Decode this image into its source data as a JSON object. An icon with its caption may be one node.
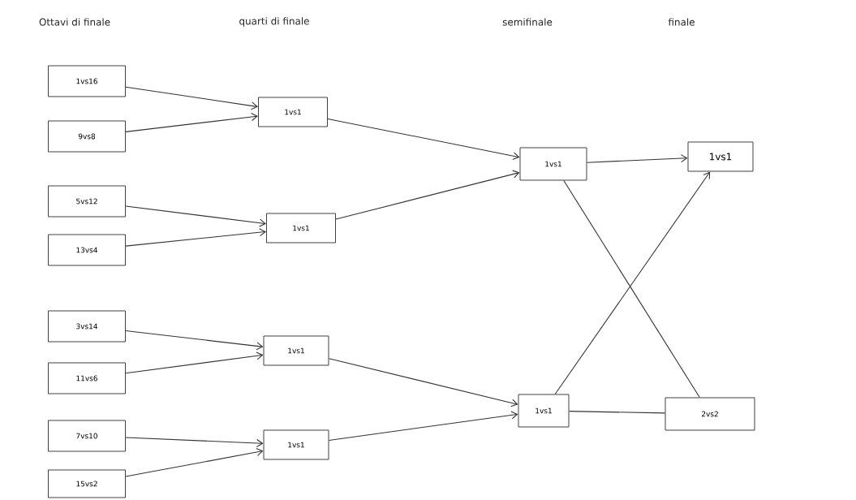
{
  "diagram": {
    "nodes": [
      {
        "text": [
          "1vs16"
        ]
      },
      {
        "text": [
          "9vs8"
        ]
      },
      {
        "text": [
          "5vs12"
        ]
      },
      {
        "text": [
          "13vs4"
        ]
      },
      {
        "text": [
          "3vs14"
        ]
      },
      {
        "text": [
          "11vs6"
        ]
      },
      {
        "text": [
          "7vs10"
        ]
      },
      {
        "text": [
          "15vs2"
        ]
      },
      {
        "text": [
          "1vs1"
        ]
      },
      {
        "text": [
          "1vs1"
        ]
      },
      {
        "text": [
          "1vs1"
        ]
      },
      {
        "text": [
          "1vs1"
        ]
      },
      {
        "text": [
          "1vs1"
        ]
      },
      {
        "text": [
          "1vs1"
        ]
      },
      {
        "text": [
          "1vs1"
        ]
      },
      {
        "text": [
          "2vs2"
        ]
      }
    ],
    "edges": [
      {
        "from": 0,
        "to": 8,
        "arrow": "to"
      },
      {
        "from": 1,
        "to": 8,
        "arrow": "to"
      },
      {
        "from": 2,
        "to": 9,
        "arrow": "to"
      },
      {
        "from": 3,
        "to": 9,
        "arrow": "to"
      },
      {
        "from": 4,
        "to": 10,
        "arrow": "to"
      },
      {
        "from": 5,
        "to": 10,
        "arrow": "to"
      },
      {
        "from": 6,
        "to": 11,
        "arrow": "to"
      },
      {
        "from": 7,
        "to": 11,
        "arrow": "to"
      },
      {
        "from": 8,
        "to": 12,
        "arrow": "to"
      },
      {
        "from": 9,
        "to": 12,
        "arrow": "to"
      },
      {
        "from": 10,
        "to": 13,
        "arrow": "to"
      },
      {
        "from": 11,
        "to": 13,
        "arrow": "to"
      },
      {
        "from": 12,
        "to": 14,
        "arrow": "to"
      },
      {
        "from": 12,
        "to": 15,
        "arrow": "none"
      },
      {
        "from": 13,
        "to": 14,
        "arrow": "to"
      },
      {
        "from": 13,
        "to": 15,
        "arrow": "none"
      }
    ],
    "labels": [
      "Ottavi di finale",
      "quarti di finale",
      "semifinale",
      "finale"
    ]
  }
}
